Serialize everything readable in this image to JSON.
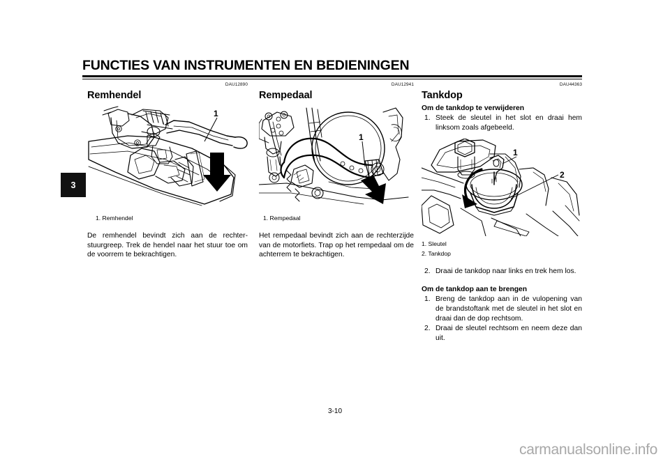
{
  "document": {
    "chapter_title": "FUNCTIES VAN INSTRUMENTEN EN BEDIENINGEN",
    "chapter_tab": "3",
    "page_number": "3-10",
    "watermark": "carmanualsonline.info"
  },
  "sections": [
    {
      "ref_code": "DAU12890",
      "heading": "Remhendel",
      "figure_callouts": [
        "1"
      ],
      "legend": [
        "1. Remhendel"
      ],
      "body": "De remhendel bevindt zich aan de rechter-stuurgreep. Trek de hendel naar het stuur toe om de voorrem te bekrachtigen."
    },
    {
      "ref_code": "DAU12941",
      "heading": "Rempedaal",
      "figure_callouts": [
        "1"
      ],
      "legend": [
        "1. Rempedaal"
      ],
      "body": "Het rempedaal bevindt zich aan de rechterzijde van de motorfiets. Trap op het rempedaal om de achterrem te bekrachtigen."
    },
    {
      "ref_code": "DAU44363",
      "heading": "Tankdop",
      "figure_callouts": [
        "1",
        "2"
      ],
      "legend": [
        "1. Sleutel",
        "2. Tankdop"
      ],
      "sub_head_remove": "Om de tankdop te verwijderen",
      "steps_remove": [
        {
          "num": "1.",
          "text": "Steek de sleutel in het slot en draai hem linksom zoals afgebeeld."
        },
        {
          "num": "2.",
          "text": "Draai de tankdop naar links en trek hem los."
        }
      ],
      "sub_head_install": "Om de tankdop aan te brengen",
      "steps_install": [
        {
          "num": "1.",
          "text": "Breng de tankdop aan in de vulopening van de brandstoftank met de sleutel in het slot en draai dan de dop rechtsom."
        },
        {
          "num": "2.",
          "text": "Draai de sleutel rechtsom en neem deze dan uit."
        }
      ]
    }
  ],
  "colors": {
    "ink": "#000000",
    "paper": "#ffffff",
    "tab": "#111111",
    "watermark": "#a8a8a8"
  }
}
